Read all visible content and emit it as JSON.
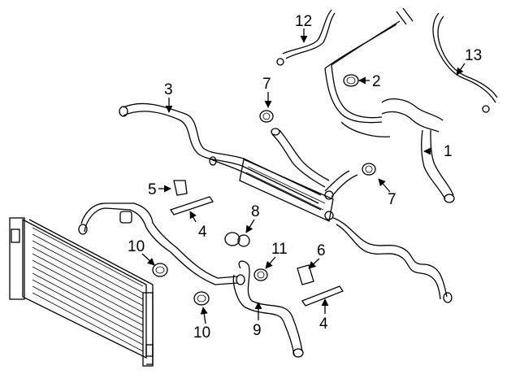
{
  "diagram": {
    "callouts": [
      {
        "id": "c1",
        "text": "1"
      },
      {
        "id": "c2",
        "text": "2"
      },
      {
        "id": "c3",
        "text": "3"
      },
      {
        "id": "c4a",
        "text": "4"
      },
      {
        "id": "c4b",
        "text": "4"
      },
      {
        "id": "c5",
        "text": "5"
      },
      {
        "id": "c6",
        "text": "6"
      },
      {
        "id": "c7a",
        "text": "7"
      },
      {
        "id": "c7b",
        "text": "7"
      },
      {
        "id": "c8",
        "text": "8"
      },
      {
        "id": "c9",
        "text": "9"
      },
      {
        "id": "c10a",
        "text": "10"
      },
      {
        "id": "c10b",
        "text": "10"
      },
      {
        "id": "c11",
        "text": "11"
      },
      {
        "id": "c12",
        "text": "12"
      },
      {
        "id": "c13",
        "text": "13"
      }
    ]
  }
}
